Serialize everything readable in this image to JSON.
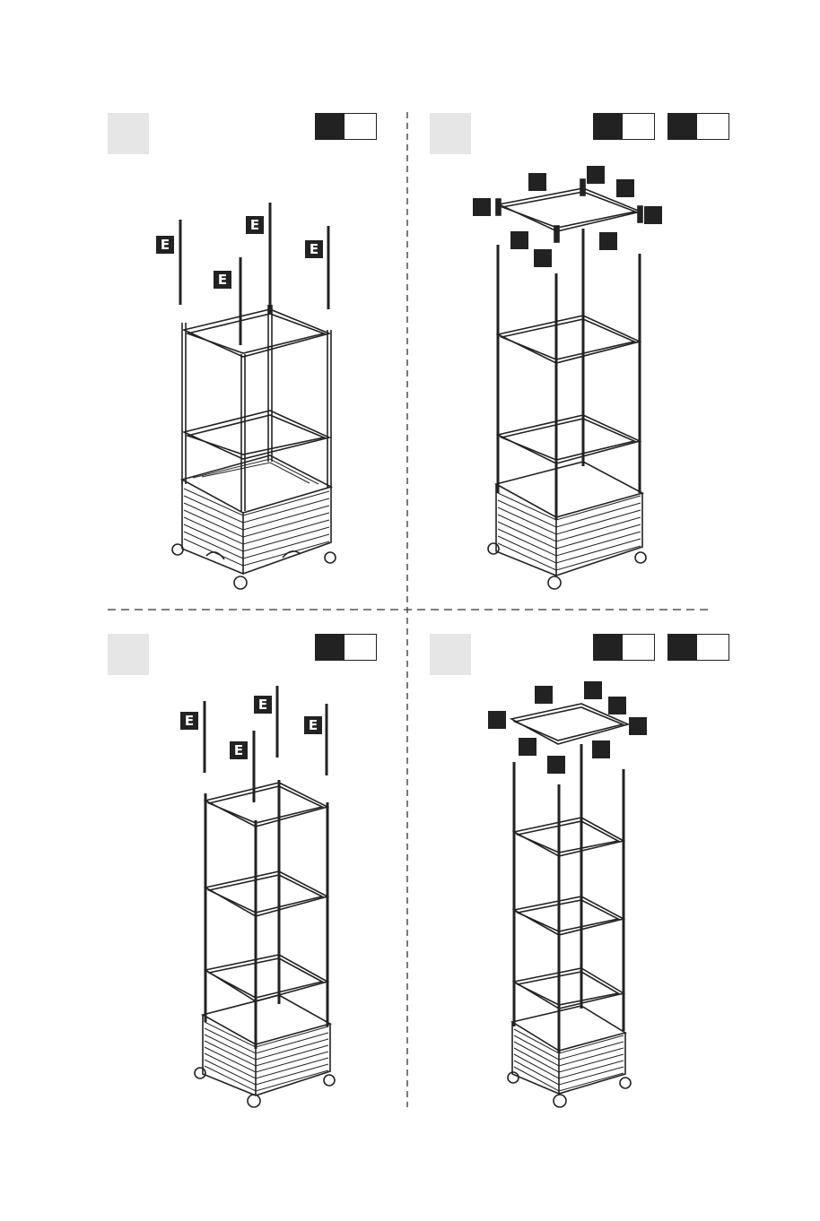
{
  "steps": [
    {
      "id": "step-1",
      "part_label": "E",
      "rod_labels": [
        "E",
        "E",
        "E",
        "E"
      ],
      "tiers": 2
    },
    {
      "id": "step-2",
      "connector_labels": 8,
      "tiers": 2
    },
    {
      "id": "step-3",
      "part_label": "E",
      "rod_labels": [
        "E",
        "E",
        "E",
        "E"
      ],
      "tiers": 3
    },
    {
      "id": "step-4",
      "connector_labels": 8,
      "tiers": 3
    }
  ],
  "colors": {
    "ink": "#222222",
    "step_box": "#e6e6e6",
    "background": "#ffffff"
  }
}
